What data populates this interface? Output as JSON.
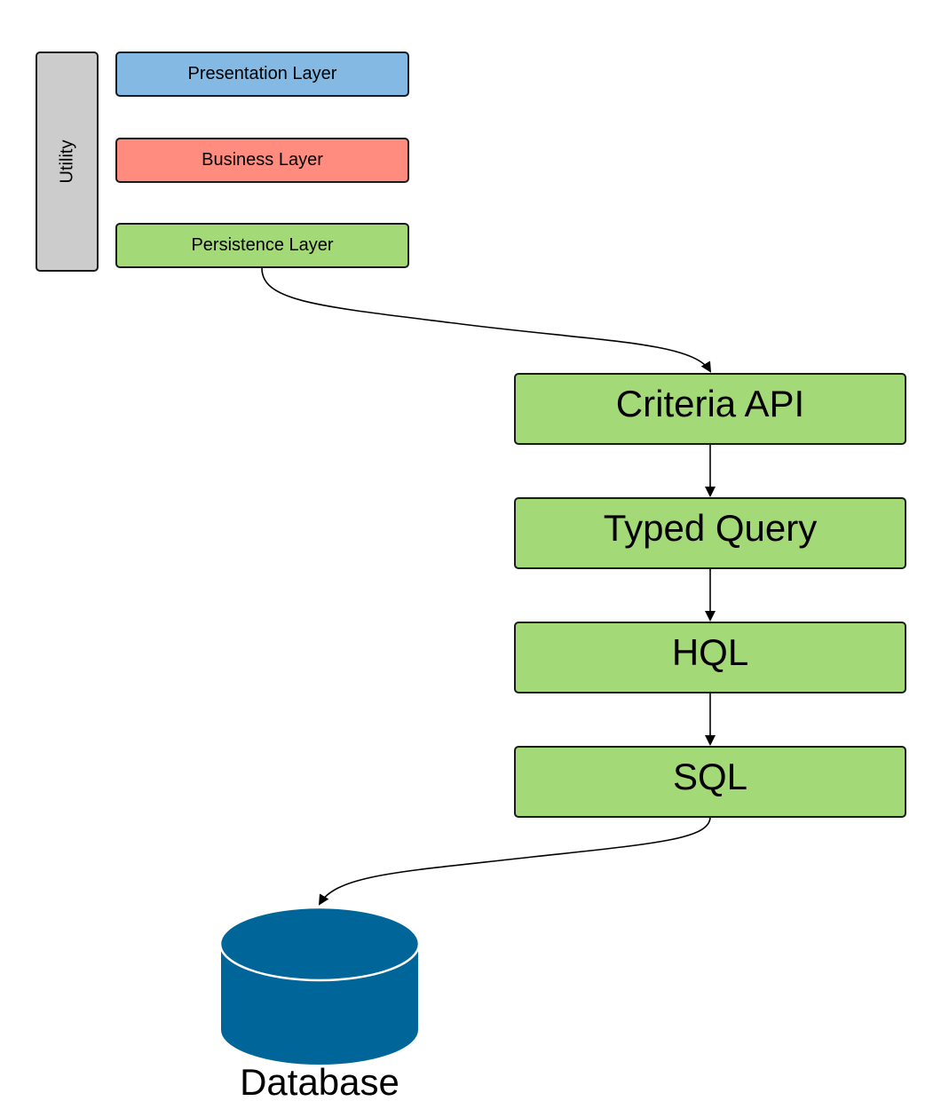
{
  "utility": {
    "label": "Utility"
  },
  "layers": {
    "presentation": "Presentation Layer",
    "business": "Business Layer",
    "persistence": "Persistence Layer"
  },
  "flow": {
    "criteria_api": "Criteria API",
    "typed_query": "Typed Query",
    "hql": "HQL",
    "sql": "SQL"
  },
  "database": {
    "label": "Database"
  },
  "colors": {
    "presentation": "#84b9e3",
    "business": "#ff8c7e",
    "persistence_and_flow": "#a3d977",
    "utility": "#cccccc",
    "database": "#006699"
  }
}
